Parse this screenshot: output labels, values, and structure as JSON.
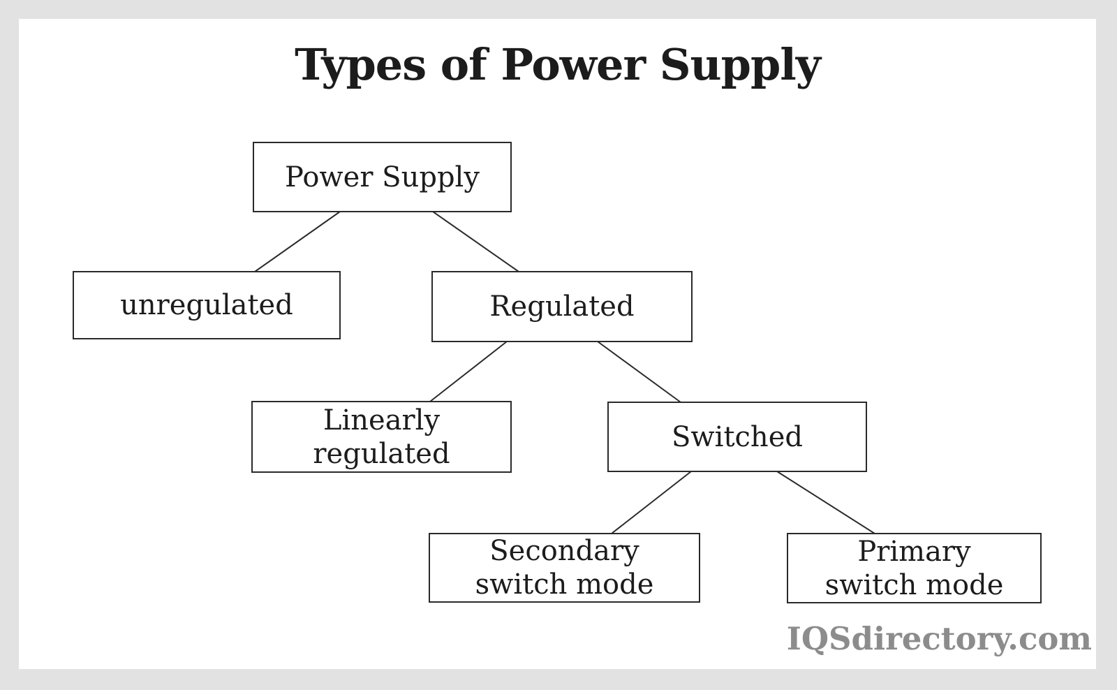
{
  "page": {
    "title": "Types of Power Supply",
    "watermark": "IQSdirectory.com"
  },
  "diagram": {
    "type": "tree",
    "nodes": {
      "power_supply": {
        "label": "Power Supply"
      },
      "unregulated": {
        "label": "unregulated"
      },
      "regulated": {
        "label": "Regulated"
      },
      "linearly_regulated": {
        "label": "Linearly\nregulated"
      },
      "switched": {
        "label": "Switched"
      },
      "secondary_switch_mode": {
        "label": "Secondary\nswitch mode"
      },
      "primary_switch_mode": {
        "label": "Primary\nswitch mode"
      }
    },
    "edges": [
      {
        "from": "power_supply",
        "to": "unregulated"
      },
      {
        "from": "power_supply",
        "to": "regulated"
      },
      {
        "from": "regulated",
        "to": "linearly_regulated"
      },
      {
        "from": "regulated",
        "to": "switched"
      },
      {
        "from": "switched",
        "to": "secondary_switch_mode"
      },
      {
        "from": "switched",
        "to": "primary_switch_mode"
      }
    ]
  },
  "colors": {
    "frame": "#e2e2e2",
    "canvas": "#ffffff",
    "line": "#2a2a2a",
    "text": "#1c1c1c",
    "watermark": "#8c8c8c"
  }
}
